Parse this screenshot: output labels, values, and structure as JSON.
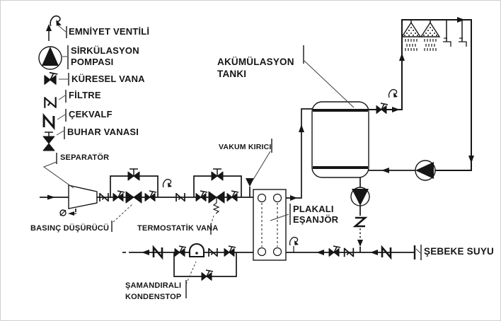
{
  "colors": {
    "ink": "#161616",
    "background": "#ffffff"
  },
  "legend": {
    "items": [
      {
        "icon": "safety-valve-icon",
        "label": "EMNİYET VENTİLİ"
      },
      {
        "icon": "circulation-pump-icon",
        "lines": [
          "SİRKÜLASYON",
          "POMPASI"
        ]
      },
      {
        "icon": "ball-valve-icon",
        "label": "KÜRESEL VANA"
      },
      {
        "icon": "filter-icon",
        "label": "FİLTRE"
      },
      {
        "icon": "check-valve-icon",
        "label": "ÇEKVALF"
      },
      {
        "icon": "steam-valve-icon",
        "label": "BUHAR VANASI"
      }
    ]
  },
  "diagram": {
    "labels": {
      "separator": "SEPARATÖR",
      "pressure_reducer": "BASINÇ DÜŞÜRÜCÜ",
      "thermostatic_valve": "TERMOSTATİK VANA",
      "vacuum_breaker": "VAKUM KIRICI",
      "accumulation_tank": [
        "AKÜMÜLASYON",
        "TANKI"
      ],
      "plate_heat_exchanger": [
        "PLAKALI",
        "EŞANJÖR"
      ],
      "float_trap": [
        "ŞAMANDIRALI",
        "KONDENSTOP"
      ],
      "mains_water": "ŞEBEKE SUYU"
    }
  }
}
